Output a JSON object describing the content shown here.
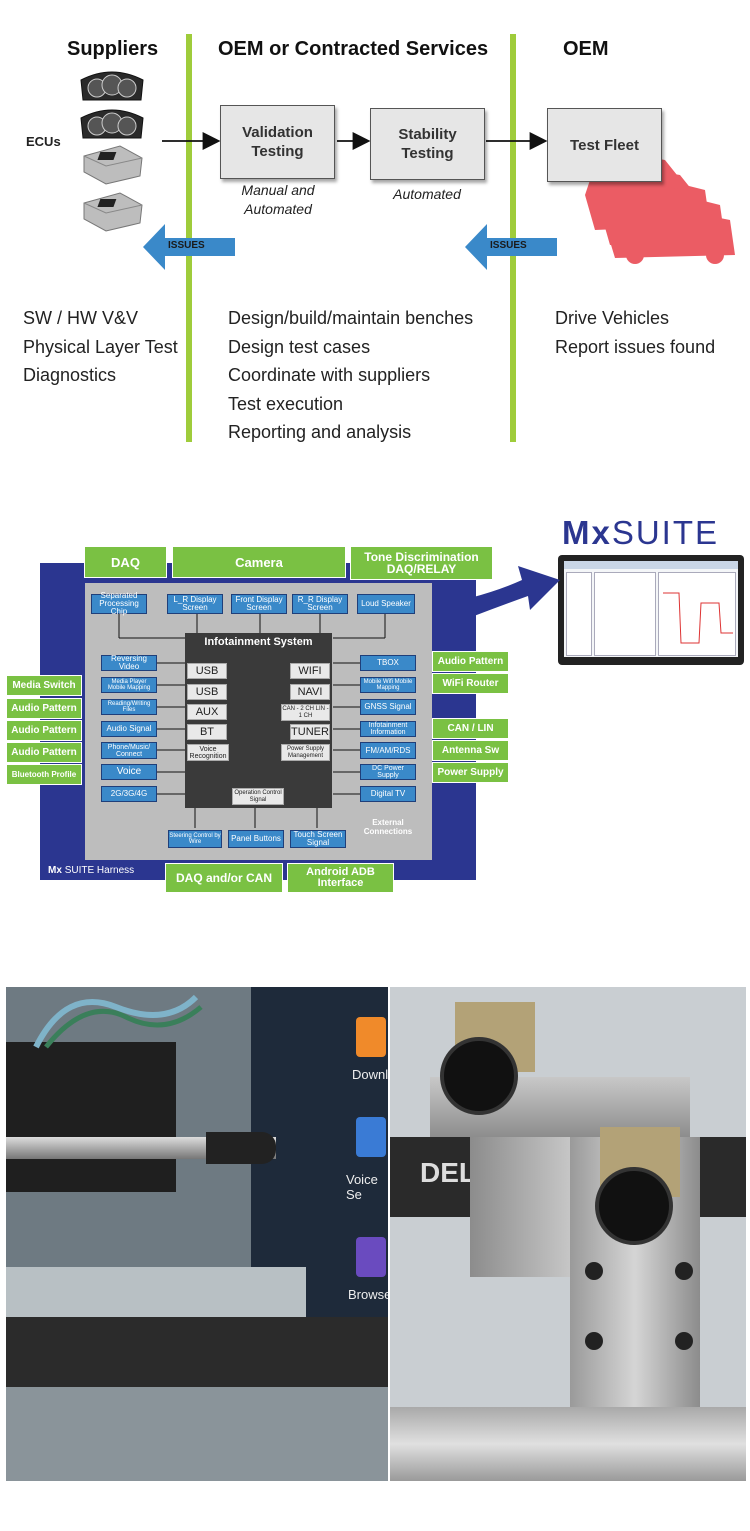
{
  "workflow": {
    "headers": [
      "Suppliers",
      "OEM or Contracted Services",
      "OEM"
    ],
    "ecus_label": "ECUs",
    "boxes": {
      "validation": "Validation Testing",
      "stability": "Stability Testing",
      "fleet": "Test Fleet"
    },
    "notes": {
      "validation": "Manual and Automated",
      "stability": "Automated"
    },
    "issues_label": "ISSUES",
    "suppliers_list": [
      "SW / HW V&V",
      "Physical Layer Test",
      "Diagnostics"
    ],
    "services_list": [
      "Design/build/maintain benches",
      "Design test cases",
      "Coordinate with suppliers",
      "Test execution",
      "Reporting and analysis"
    ],
    "oem_list": [
      "Drive Vehicles",
      "Report issues found"
    ],
    "colors": {
      "divider": "#9fcc3b",
      "arrow": "#3a89c9",
      "car": "#e8404a"
    }
  },
  "harness": {
    "logo_mx": "Mx",
    "logo_suite": "SUITE",
    "top": [
      "DAQ",
      "Camera",
      "Tone Discrimination DAQ/RELAY"
    ],
    "left": [
      "Media Switch",
      "Audio Pattern",
      "Audio Pattern",
      "Audio Pattern",
      "Bluetooth Profile"
    ],
    "right": [
      "Audio Pattern",
      "WiFi Router",
      "CAN / LIN",
      "Antenna Sw",
      "Power Supply"
    ],
    "bottom": [
      "DAQ and/or CAN",
      "Android ADB Interface"
    ],
    "top_blue": [
      "Separated Processing Chip",
      "L_R Display Screen",
      "Front Display Screen",
      "R_R Display Screen",
      "Loud Speaker"
    ],
    "left_blue": [
      "Reversing Video",
      "Media Player Mobile Mapping",
      "Reading/Writing Files",
      "Audio Signal",
      "Phone/Music/ Connect",
      "Voice",
      "2G/3G/4G"
    ],
    "right_blue": [
      "TBOX",
      "Mobile Wifi Mobile Mapping",
      "GNSS Signal",
      "Infotainment Information",
      "FM/AM/RDS",
      "DC Power Supply",
      "Digital TV"
    ],
    "bottom_blue": [
      "Steering Control by Wire",
      "Panel Buttons",
      "Touch Screen Signal"
    ],
    "core_title": "Infotainment System",
    "core_left": [
      "USB",
      "USB",
      "AUX",
      "BT",
      "Voice Recognition"
    ],
    "core_right": [
      "WIFI",
      "NAVI",
      "CAN - 2 CH LIN - 1 CH",
      "TUNER",
      "Power Supply Management"
    ],
    "core_bottom": "Operation Control Signal",
    "external": "External Connections",
    "harness_mx": "Mx",
    "harness_suite": "SUITE Harness",
    "colors": {
      "frame": "#2b3690",
      "green": "#7ac143",
      "blue": "#3a89c9",
      "core": "#3a3a3a"
    }
  },
  "photos": {
    "tablet_labels": [
      "Downl",
      "Voice Se",
      "Browser"
    ],
    "monitor_brand": "DELL"
  }
}
